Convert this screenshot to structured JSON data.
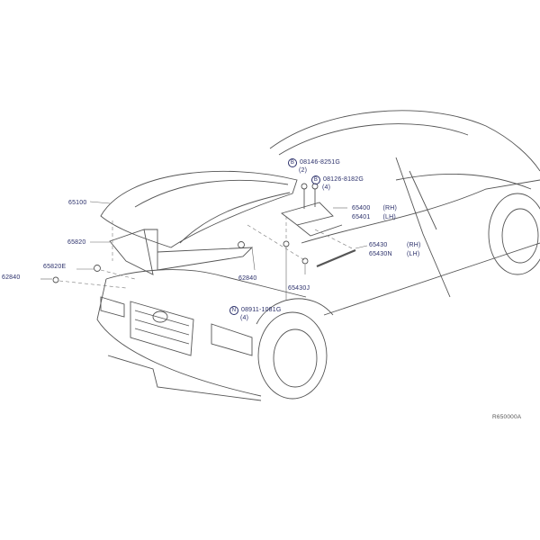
{
  "diagram": {
    "parts": {
      "hood": "65100",
      "hood_lock_support": "65820",
      "hood_bumper": "65820E",
      "clip_left": "62840",
      "clip_center": "62840",
      "hinge_rh": {
        "number": "65400",
        "side": "(RH)"
      },
      "hinge_lh": {
        "number": "65401",
        "side": "(LH)"
      },
      "stay_rh": {
        "number": "65430",
        "side": "(RH)"
      },
      "stay_lh": {
        "number": "65430N",
        "side": "(LH)"
      },
      "stay_clip": "65430J"
    },
    "fasteners": [
      {
        "marker": "B",
        "number": "08146-8251G",
        "qty": "(2)"
      },
      {
        "marker": "B",
        "number": "08126-8182G",
        "qty": "(4)"
      },
      {
        "marker": "N",
        "number": "08911-1081G",
        "qty": "(4)"
      }
    ],
    "reference_code": "R650000A"
  }
}
